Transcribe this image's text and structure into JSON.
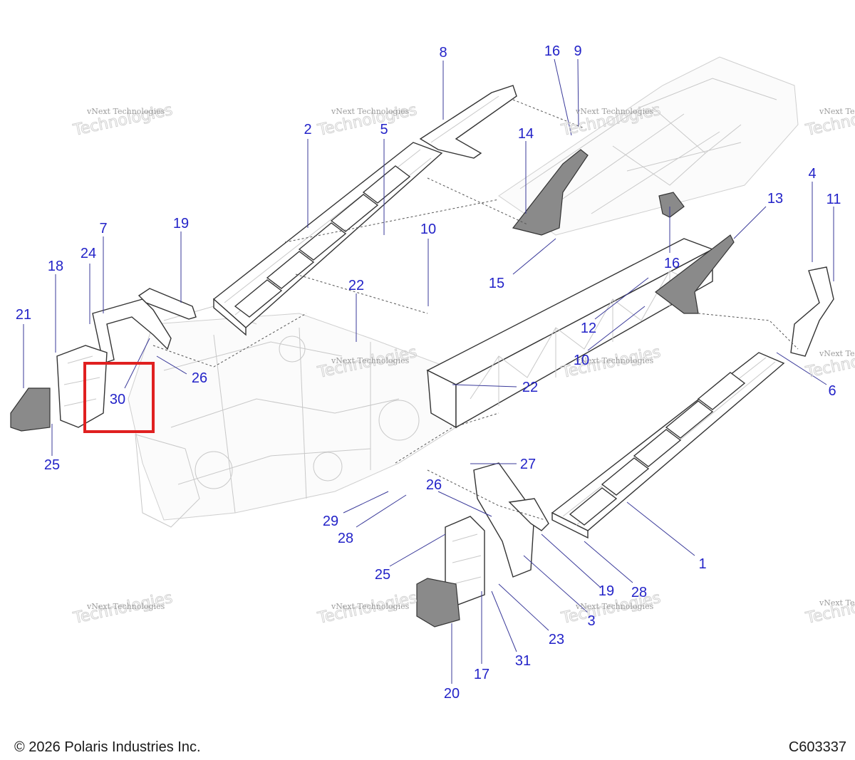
{
  "footer": {
    "copyright": "© 2026 Polaris Industries Inc.",
    "diagram_id": "C603337"
  },
  "watermark": {
    "line1": "vNext Technologies",
    "line2": "Technologies"
  },
  "callouts": [
    "8",
    "16",
    "9",
    "2",
    "5",
    "14",
    "4",
    "11",
    "13",
    "7",
    "19",
    "10",
    "16",
    "24",
    "18",
    "22",
    "15",
    "12",
    "21",
    "30",
    "26",
    "22",
    "10",
    "6",
    "25",
    "27",
    "26",
    "29",
    "28",
    "25",
    "1",
    "19",
    "28",
    "3",
    "23",
    "31",
    "17",
    "20"
  ],
  "highlight": {
    "label": "30"
  }
}
